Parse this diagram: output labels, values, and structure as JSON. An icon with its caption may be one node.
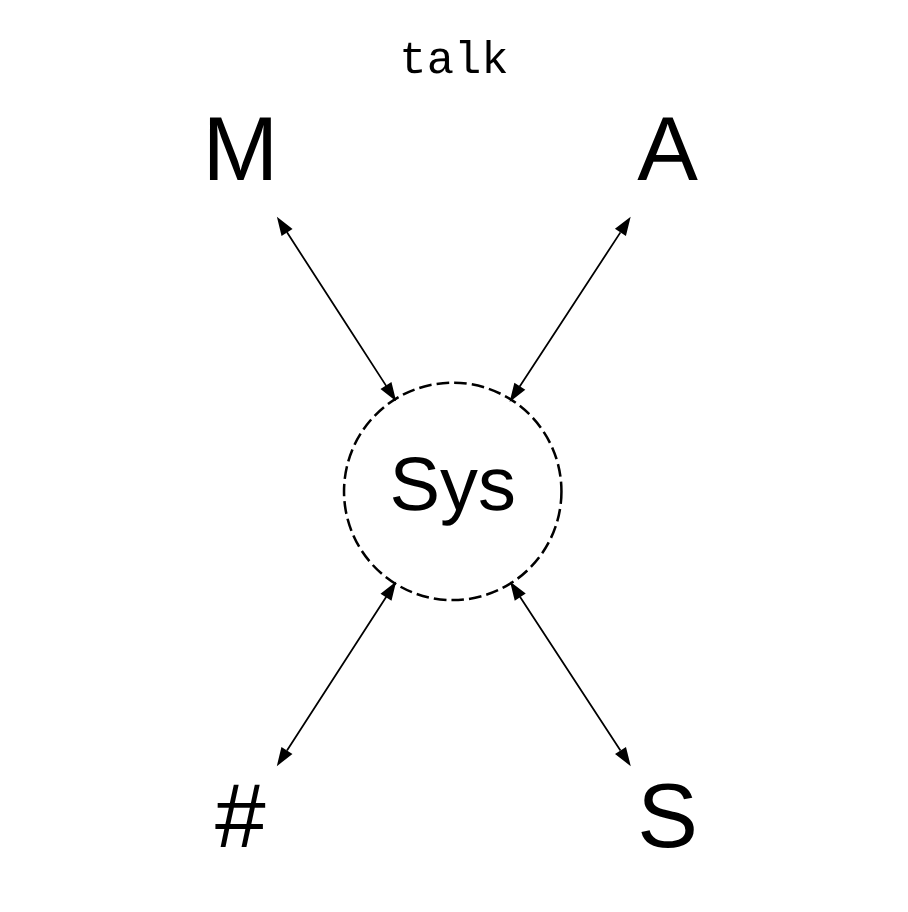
{
  "diagram": {
    "title": "talk",
    "nodes": [
      {
        "text": [
          "M"
        ]
      },
      {
        "text": [
          "A"
        ]
      },
      {
        "text": [
          "Sys"
        ]
      },
      {
        "text": [
          "#"
        ]
      },
      {
        "text": [
          "S"
        ]
      }
    ],
    "edges": [
      {
        "from": 0,
        "to": 2,
        "arrow": "both"
      },
      {
        "from": 1,
        "to": 2,
        "arrow": "both"
      },
      {
        "from": 2,
        "to": 3,
        "arrow": "both"
      },
      {
        "from": 2,
        "to": 4,
        "arrow": "both"
      }
    ]
  }
}
